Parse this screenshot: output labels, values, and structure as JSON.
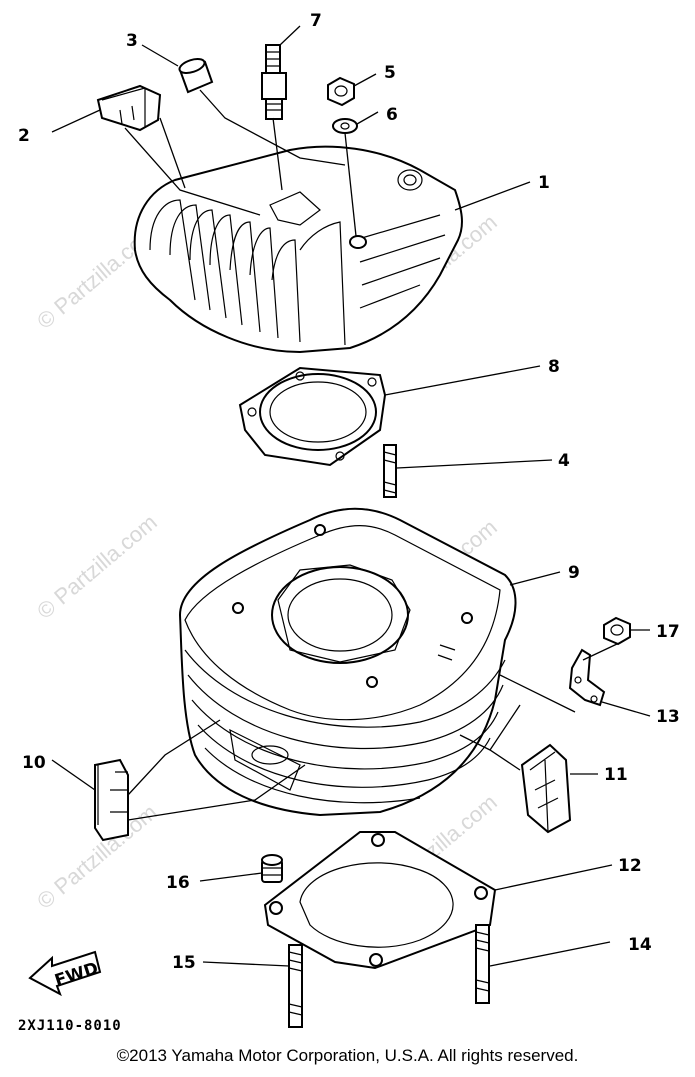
{
  "callouts": [
    "1",
    "2",
    "3",
    "4",
    "5",
    "6",
    "7",
    "8",
    "9",
    "10",
    "11",
    "12",
    "13",
    "14",
    "15",
    "16",
    "17"
  ],
  "diagram_code": "2XJ110-8010",
  "arrow_label": "FWD",
  "watermark": "© Partzilla.com",
  "copyright": "©2013  Yamaha Motor Corporation, U.S.A. All rights reserved."
}
